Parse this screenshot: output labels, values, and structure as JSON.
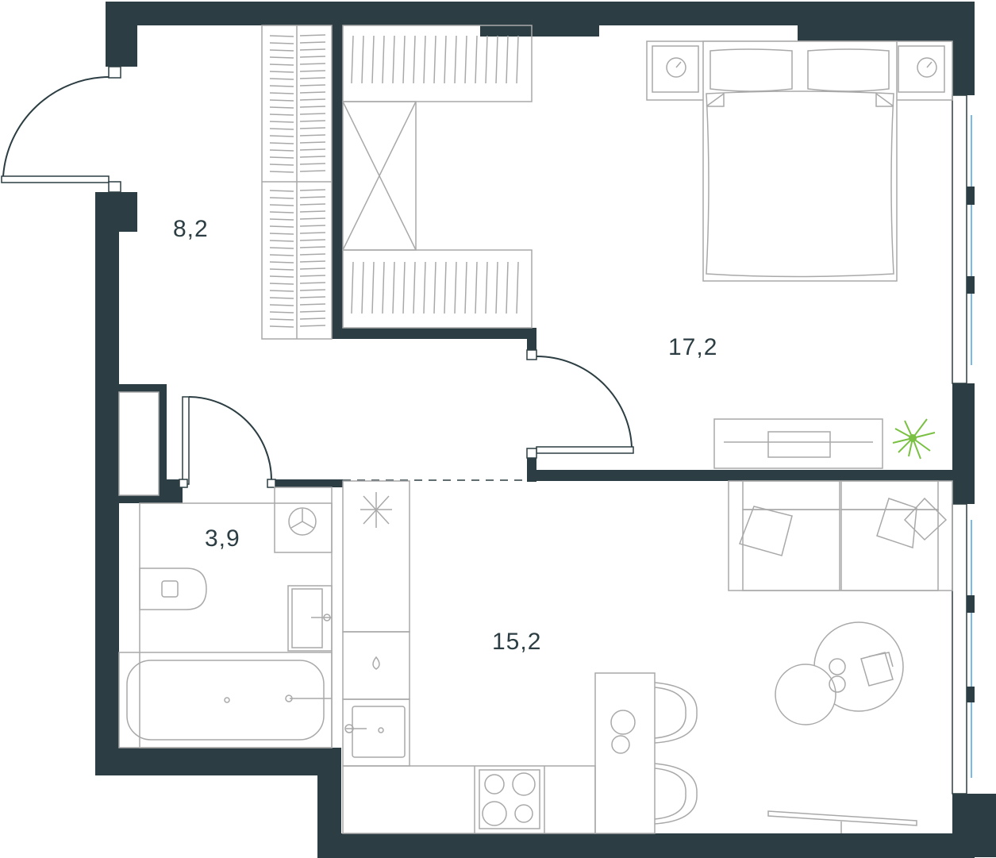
{
  "rooms": {
    "hallway": {
      "area": "8,2"
    },
    "bedroom": {
      "area": "17,2"
    },
    "bathroom": {
      "area": "3,9"
    },
    "kitchen_living": {
      "area": "15,2"
    }
  },
  "colors": {
    "wall": "#2c3e43",
    "furniture": "#a9a9a9",
    "window_glass": "#4aa3e0",
    "plant": "#7ac143"
  }
}
